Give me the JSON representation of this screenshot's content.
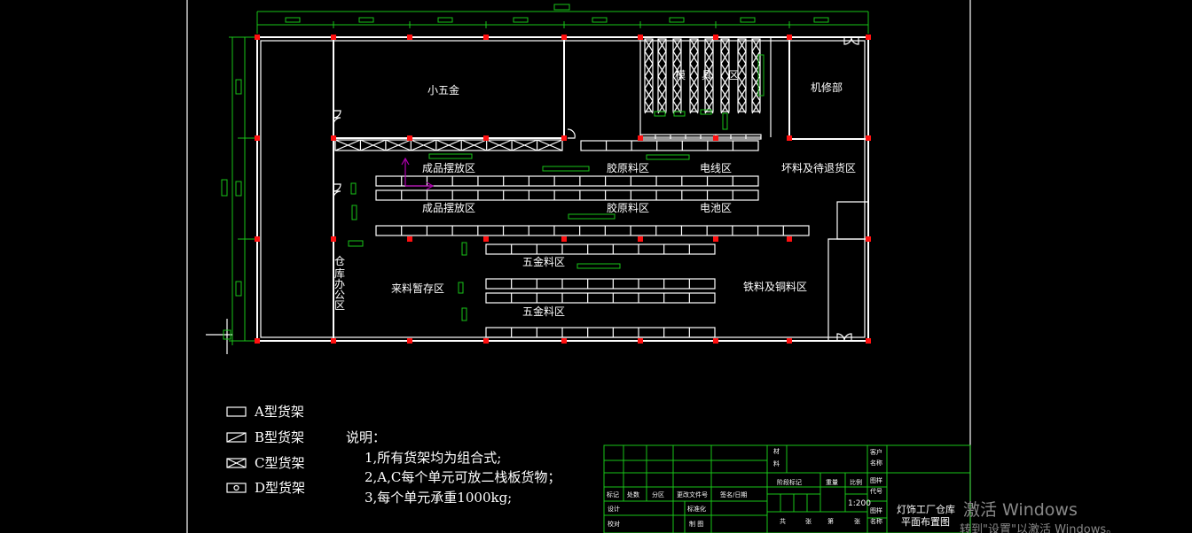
{
  "zones": {
    "hardware_small": "小五金",
    "molds": [
      "模",
      "具",
      "区"
    ],
    "repair": "机修部",
    "finished1": "成品摆放区",
    "glue1": "胶原料区",
    "wire": "电线区",
    "defect": "坏料及待退货区",
    "finished2": "成品摆放区",
    "glue2": "胶原料区",
    "battery": "电池区",
    "hardware1": "五金料区",
    "incoming": "来料暂存区",
    "iron": "铁料及铜料区",
    "hardware2": "五金料区",
    "office": [
      "仓",
      "库",
      "办",
      "公",
      "区"
    ]
  },
  "legend": {
    "a": "A型货架",
    "b": "B型货架",
    "c": "C型货架",
    "d": "D型货架"
  },
  "notes": {
    "title": "说明：",
    "line1": "1,所有货架均为组合式;",
    "line2": "2,A,C每个单元可放二栈板货物；",
    "line3": "3,每个单元承重1000kg;"
  },
  "title_block": {
    "material": [
      "材",
      "料"
    ],
    "client": [
      "客户",
      "名称"
    ],
    "stage_mark": "阶段标记",
    "weight": "重量",
    "scale_label": "比例",
    "drawing_no": [
      "图样",
      "代号"
    ],
    "row_labels": [
      "标记",
      "处数",
      "分区",
      "更改文件号",
      "签名/日期"
    ],
    "design": "设计",
    "standardize": "标准化",
    "check": "校对",
    "make": "制 图",
    "scale_value": "1:200",
    "total": "共",
    "sheets1": "张",
    "page": "第",
    "sheets2": "张",
    "drawing_name": [
      "图样",
      "名称"
    ],
    "title_line1": "灯饰工厂仓库",
    "title_line2": "平面布置图"
  },
  "watermark": {
    "line1": "激活 Windows",
    "line2": "转到\"设置\"以激活 Windows。"
  },
  "colors": {
    "wall": "#ffffff",
    "dimension": "#19c419",
    "column": "#ff1010",
    "axis": "#b000b0"
  }
}
